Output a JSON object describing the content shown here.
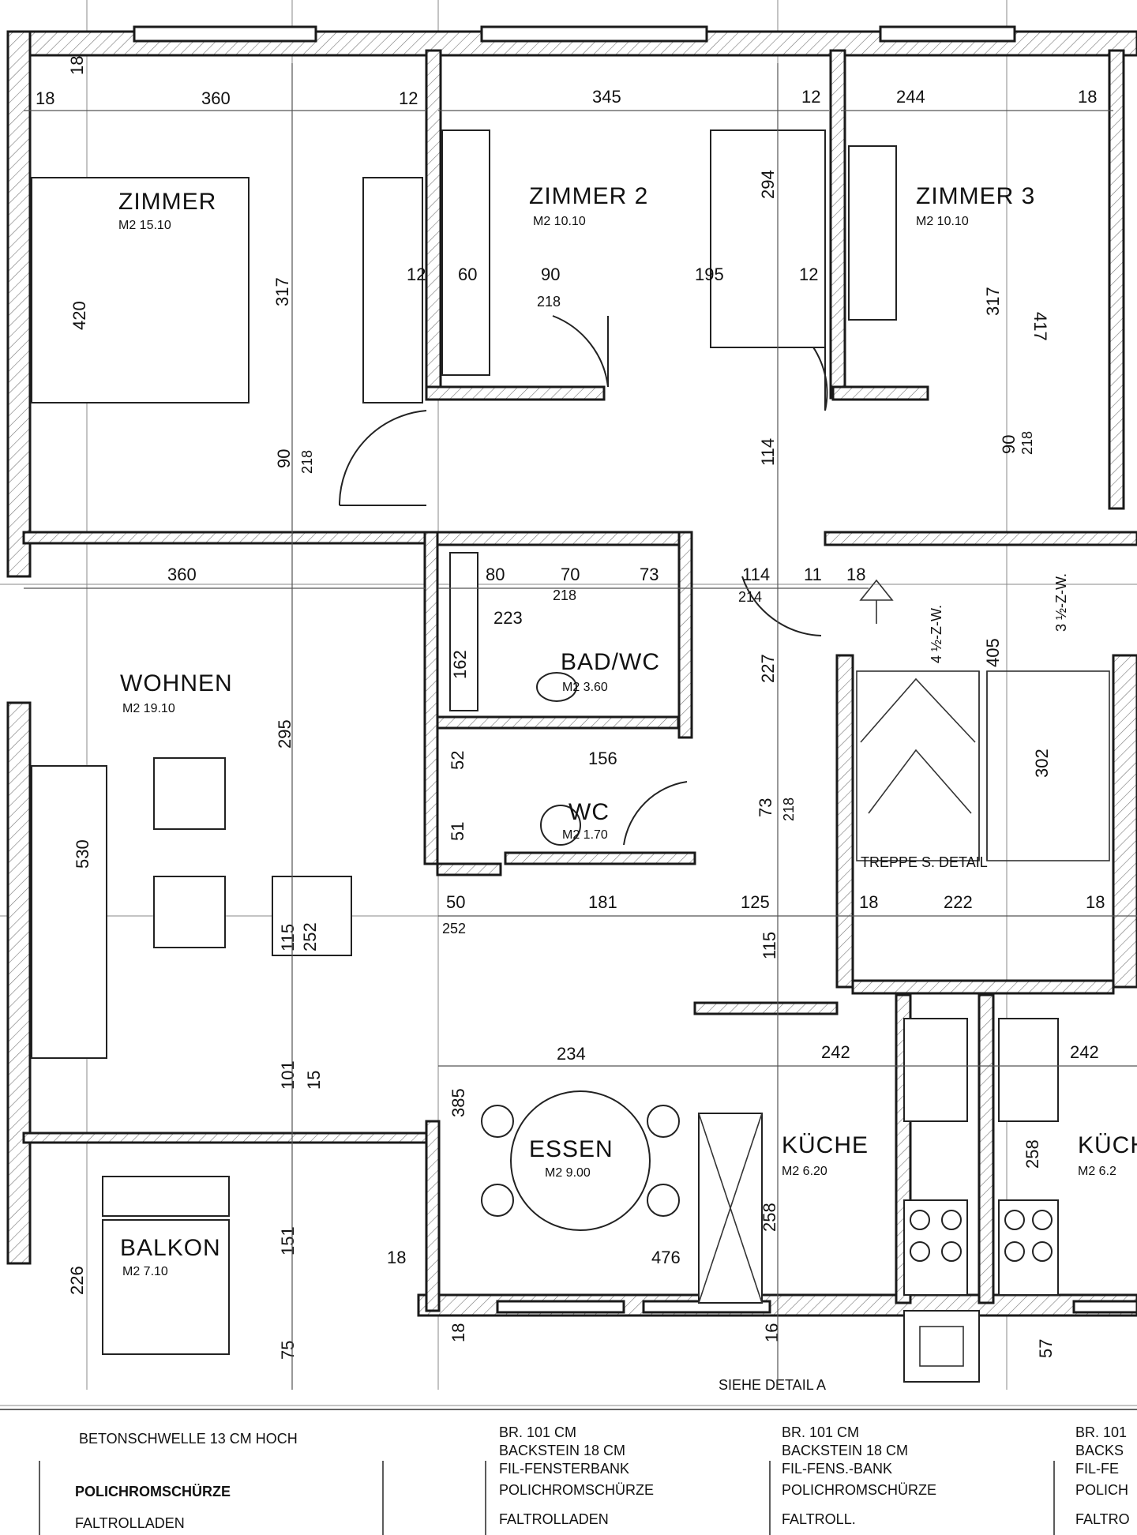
{
  "rooms": {
    "zimmer1": {
      "name": "ZIMMER",
      "area": "M2 15.10"
    },
    "zimmer2": {
      "name": "ZIMMER 2",
      "area": "M2 10.10"
    },
    "zimmer3": {
      "name": "ZIMMER 3",
      "area": "M2 10.10"
    },
    "wohnen": {
      "name": "WOHNEN",
      "area": "M2 19.10"
    },
    "bad": {
      "name": "BAD/WC",
      "area": "M2 3.60"
    },
    "wc": {
      "name": "WC",
      "area": "M2 1.70"
    },
    "essen": {
      "name": "ESSEN",
      "area": "M2 9.00"
    },
    "kueche": {
      "name": "KÜCHE",
      "area": "M2 6.20"
    },
    "kueche2": {
      "name": "KÜCH",
      "area": "M2 6.2"
    },
    "balkon": {
      "name": "BALKON",
      "area": "M2 7.10"
    }
  },
  "labels": {
    "stair_note": "TREPPE S. DETAIL",
    "zw_left": "4 ½-Z-W.",
    "zw_right": "3 ½-Z-W.",
    "detail": "SIEHE DETAIL A",
    "schwelle": "BETONSCHWELLE   13 CM   HOCH"
  },
  "dimensions": {
    "d360a": "360",
    "d345": "345",
    "d244": "244",
    "d18a": "18",
    "d12a": "12",
    "d12b": "12",
    "d18b": "18",
    "d18c": "18",
    "d317a": "317",
    "d420": "420",
    "d294": "294",
    "d317b": "317",
    "d417": "417",
    "d60a": "60",
    "d90": "90",
    "d218a": "218",
    "d195": "195",
    "d12c": "12",
    "d12d": "12",
    "d90b": "90",
    "d218b": "218",
    "d114": "114",
    "d90c": "90",
    "d218c": "218",
    "d360b": "360",
    "d80": "80",
    "d70": "70",
    "d218d": "218",
    "d73a": "73",
    "d114b": "114",
    "d214": "214",
    "d11": "11",
    "d18d": "18",
    "d223": "223",
    "d295": "295",
    "d227": "227",
    "d405": "405",
    "d302": "302",
    "d162": "162",
    "d52": "52",
    "d156": "156",
    "d51": "51",
    "d73b": "73",
    "d218e": "218",
    "d530": "530",
    "d50": "50",
    "d252a": "252",
    "d181": "181",
    "d125": "125",
    "d18e": "18",
    "d222": "222",
    "d18f": "18",
    "d115a": "115",
    "d252b": "252",
    "d115b": "115",
    "d234": "234",
    "d242a": "242",
    "d242b": "242",
    "d385": "385",
    "d101": "101",
    "d15": "15",
    "d258a": "258",
    "d258b": "258",
    "d476": "476",
    "d151": "151",
    "d226": "226",
    "d75": "75",
    "d18g": "18",
    "d18h": "18",
    "d16": "16",
    "d57": "57"
  },
  "notes": {
    "n1": [
      "POLICHROMSCHÜRZE",
      "FALTROLLADEN"
    ],
    "n2": [
      "BR. 101 CM",
      "BACKSTEIN  18 CM",
      "FIL-FENSTERBANK",
      "POLICHROMSCHÜRZE",
      "FALTROLLADEN"
    ],
    "n3": [
      "BR. 101 CM",
      "BACKSTEIN  18 CM",
      "FIL-FENS.-BANK",
      "POLICHROMSCHÜRZE",
      "FALTROLL."
    ],
    "n4": [
      "BR. 101",
      "BACKS",
      "FIL-FE",
      "POLICH",
      "FALTRO"
    ]
  }
}
